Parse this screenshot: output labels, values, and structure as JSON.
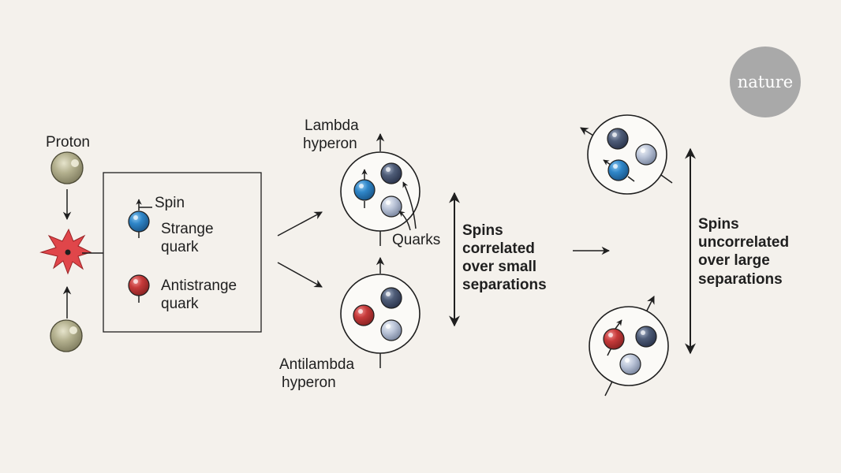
{
  "labels": {
    "proton": "Proton",
    "legend_spin": "Spin",
    "legend_strange_1": "Strange",
    "legend_strange_2": "quark",
    "legend_antistrange_1": "Antistrange",
    "legend_antistrange_2": "quark",
    "lambda_1": "Lambda",
    "lambda_2": "hyperon",
    "antilambda_1": "Antilambda",
    "antilambda_2": "hyperon",
    "quarks": "Quarks",
    "corr_1": "Spins",
    "corr_2": "correlated",
    "corr_3": "over small",
    "corr_4": "separations",
    "uncorr_1": "Spins",
    "uncorr_2": "uncorrelated",
    "uncorr_3": "over large",
    "uncorr_4": "separations"
  },
  "logo": {
    "text": "nature"
  },
  "colors": {
    "background": "#f4f1ec",
    "strange_quark": "#2f86c8",
    "antistrange_quark": "#c63a3a",
    "dark_quark": "#4f5d78",
    "light_quark": "#b8c2d6",
    "proton": "#b3b08e",
    "collision": "#e0464a",
    "logo_circle": "#a9a9a9"
  },
  "icons": [
    "collision-burst-icon",
    "spin-arrow-icon",
    "nature-logo"
  ]
}
